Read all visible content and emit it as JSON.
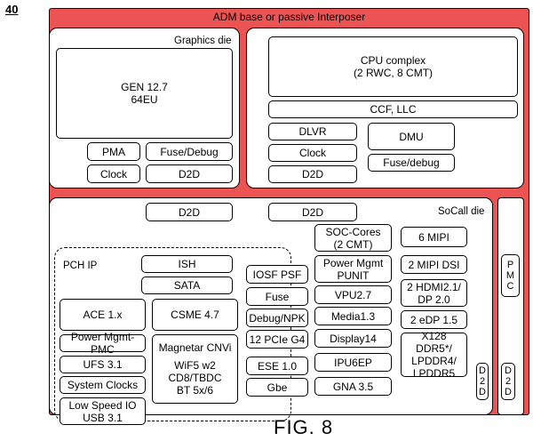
{
  "figure_ref": "40",
  "figure_caption": "FIG. 8",
  "interposer": {
    "label": "ADM base or passive Interposer"
  },
  "graphics_die": {
    "label": "Graphics die",
    "gen": "GEN 12.7\n64EU",
    "pma": "PMA",
    "fuse_debug": "Fuse/Debug",
    "clock": "Clock",
    "d2d": "D2D"
  },
  "cpu_die": {
    "complex": "CPU complex\n(2 RWC, 8 CMT)",
    "ccf": "CCF, LLC",
    "dlvr": "DLVR",
    "clock": "Clock",
    "d2d": "D2D",
    "dmu": "DMU",
    "fuse_debug": "Fuse/debug"
  },
  "soc_die": {
    "label": "SoCall die",
    "d2d_left": "D2D",
    "d2d_right": "D2D",
    "pch": {
      "label": "PCH IP",
      "ish": "ISH",
      "sata": "SATA",
      "ace": "ACE 1.x",
      "csme": "CSME 4.7",
      "pmc": "Power Mgmt-PMC",
      "magnetar_title": "Magnetar CNVi",
      "magnetar_body": "WiF5 w2\nCD8/TBDC\nBT 5x/6",
      "ufs": "UFS 3.1",
      "sysclk": "System Clocks",
      "lsio": "Low Speed IO\nUSB 3.1"
    },
    "mid_col": [
      "IOSF PSF",
      "Fuse",
      "Debug/NPK",
      "12 PCIe G4",
      "ESE 1.0",
      "Gbe"
    ],
    "cores_col": [
      "SOC-Cores\n(2 CMT)",
      "Power Mgmt\nPUNIT",
      "VPU2.7",
      "Media1.3",
      "Display14",
      "IPU6EP",
      "GNA 3.5"
    ],
    "io_col": [
      "6 MIPI",
      "2 MIPI DSI",
      "2 HDMI2.1/\nDP 2.0",
      "2 eDP 1.5",
      "X128 DDR5*/\nLPDDR4/\nLPDDR5"
    ],
    "pmc_vertical": [
      "P",
      "M",
      "C"
    ],
    "d2d_vertical": [
      "D",
      "2",
      "D"
    ]
  }
}
